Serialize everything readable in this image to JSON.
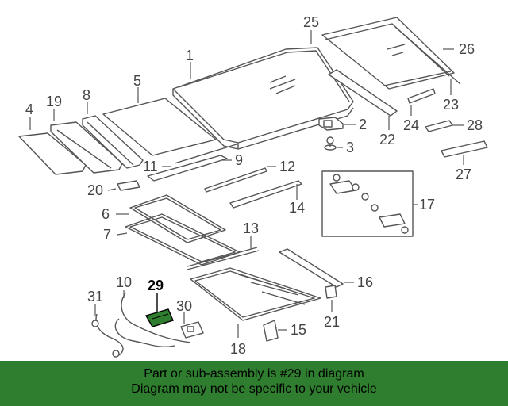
{
  "callouts": [
    "1",
    "2",
    "3",
    "4",
    "5",
    "6",
    "7",
    "8",
    "9",
    "10",
    "11",
    "12",
    "13",
    "14",
    "15",
    "16",
    "17",
    "18",
    "19",
    "20",
    "21",
    "22",
    "23",
    "24",
    "25",
    "26",
    "27",
    "28",
    "29",
    "30",
    "31"
  ],
  "highlighted_part": "29",
  "highlight_color": "#2f7d2f",
  "banner": {
    "line1": "Part or sub-assembly is #29 in diagram",
    "line2": "Diagram may not be specific to your vehicle"
  }
}
